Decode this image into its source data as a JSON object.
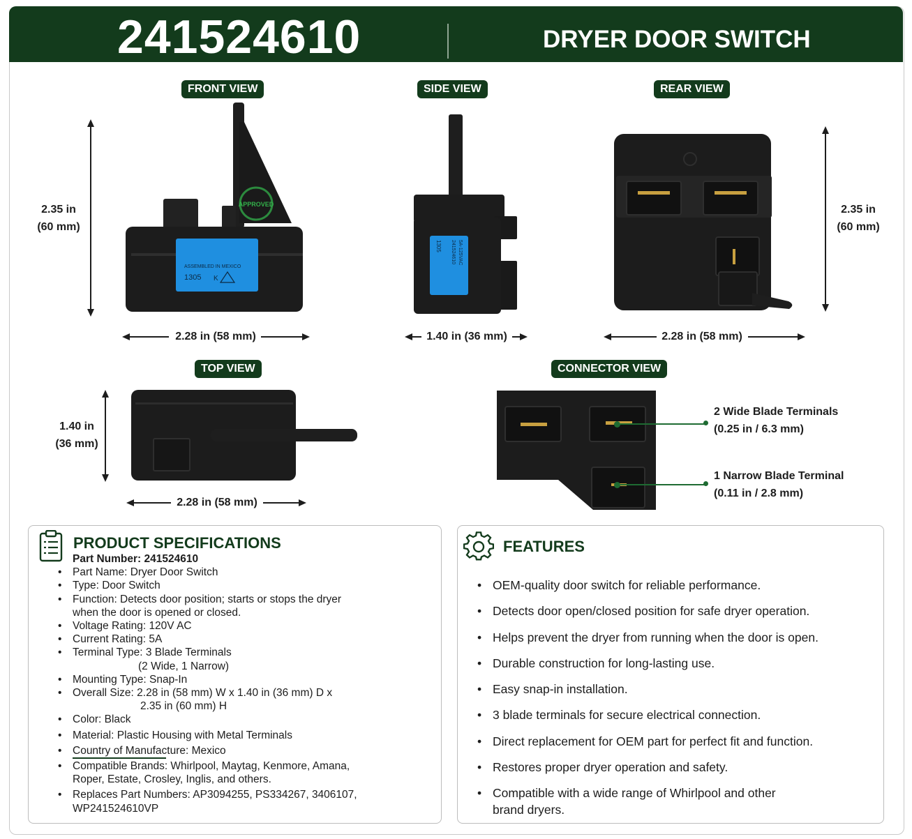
{
  "header": {
    "part_number": "241524610",
    "title": "DRYER DOOR SWITCH"
  },
  "views": {
    "front": {
      "label": "FRONT VIEW",
      "height_in": "2.35 in",
      "height_mm": "(60 mm)",
      "width": "2.28 in (58 mm)",
      "sticker_line1": "ASSEMBLED IN MEXICO",
      "sticker_line2": "1305",
      "sticker_mark": "K",
      "badge_text": "APPROVED"
    },
    "side": {
      "label": "SIDE VIEW",
      "width": "1.40 in (36 mm)",
      "sticker_line1": "1305",
      "sticker_line2": "5A-125VAC",
      "sticker_line3": "241524610"
    },
    "rear": {
      "label": "REAR VIEW",
      "height_in": "2.35 in",
      "height_mm": "(60 mm)",
      "width": "2.28 in (58 mm)"
    },
    "top": {
      "label": "TOP VIEW",
      "height_in": "1.40 in",
      "height_mm": "(36 mm)",
      "width": "2.28 in (58 mm)"
    },
    "connector": {
      "label": "CONNECTOR VIEW",
      "wide_title": "2 Wide Blade Terminals",
      "wide_size": "(0.25 in / 6.3 mm)",
      "narrow_title": "1 Narrow Blade Terminal",
      "narrow_size": "(0.11 in / 2.8 mm)"
    }
  },
  "specifications": {
    "title": "PRODUCT SPECIFICATIONS",
    "part_number": "Part Number: 241524610",
    "part_name": "Part Name: Dryer Door Switch",
    "type": "Type: Door Switch",
    "function_1": "Function: Detects door position; starts or stops the dryer",
    "function_2": "when the door is opened or closed.",
    "voltage": "Voltage Rating: 120V AC",
    "current": "Current Rating: 5A",
    "terminal_1": "Terminal Type: 3 Blade Terminals",
    "terminal_2": "(2 Wide, 1 Narrow)",
    "mounting": "Mounting Type: Snap-In",
    "size_1": "Overall Size: 2.28 in (58 mm) W x 1.40 in (36 mm) D x",
    "size_2": "2.35 in (60 mm) H",
    "color": "Color: Black",
    "material": "Material: Plastic Housing with Metal Terminals",
    "country": "Country of Manufacture: Mexico",
    "brands_1": "Compatible Brands: Whirlpool, Maytag, Kenmore, Amana,",
    "brands_2": "Roper, Estate, Crosley, Inglis, and others.",
    "replaces_1": "Replaces Part Numbers: AP3094255, PS334267, 3406107,",
    "replaces_2": "WP241524610VP"
  },
  "features": {
    "title": "FEATURES",
    "items": [
      "OEM-quality door switch for reliable performance.",
      "Detects door open/closed position for safe dryer operation.",
      "Helps prevent the dryer from running when the door is open.",
      "Durable construction for long-lasting use.",
      "Easy snap-in installation.",
      "3 blade terminals for secure electrical connection.",
      "Direct replacement for OEM part for perfect fit and function.",
      "Restores proper dryer operation and safety.",
      "Compatible with a wide range of Whirlpool and other",
      "brand dryers."
    ]
  },
  "colors": {
    "brand_green": "#133b1c",
    "part_black": "#1c1c1c",
    "sticker_blue": "#1f8fe0",
    "terminal_brass": "#c8a040",
    "callout_green": "#1e6b32"
  },
  "icons": {
    "specs": "clipboard-icon",
    "features": "gear-icon"
  }
}
